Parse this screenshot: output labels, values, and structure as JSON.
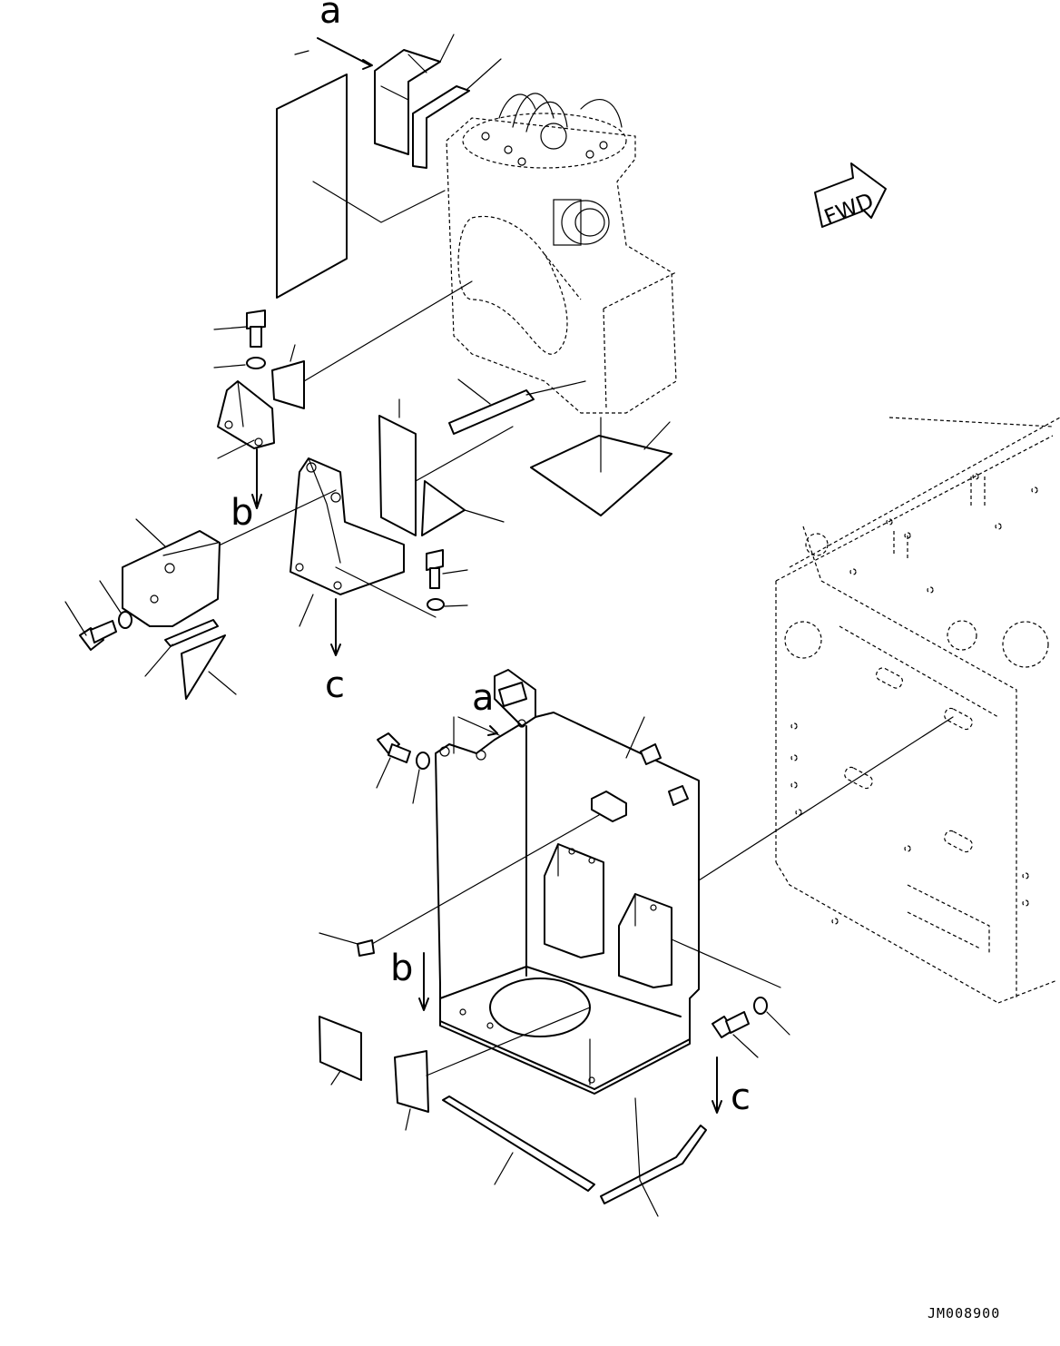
{
  "diagram": {
    "fwd_label": "FWD",
    "drawing_code": "JM008900",
    "labels": {
      "a_top": "a",
      "a_lower": "a",
      "b_left": "b",
      "b_lower": "b",
      "c_left": "c",
      "c_lower": "c"
    }
  }
}
